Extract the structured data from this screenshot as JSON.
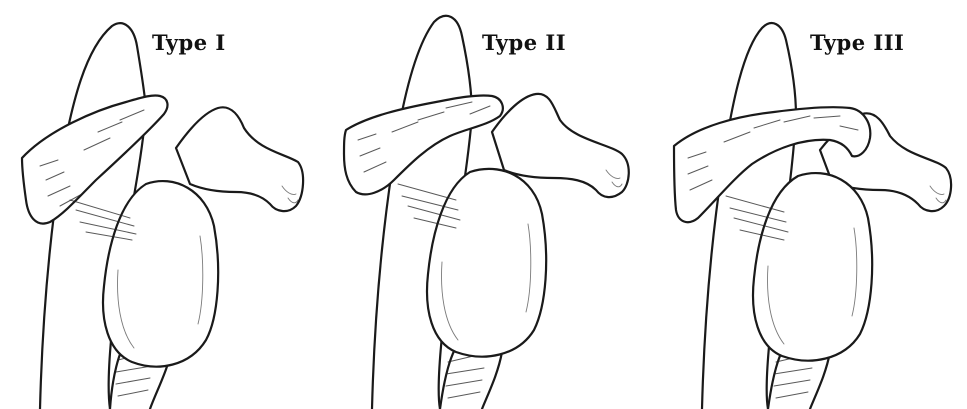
{
  "figure": {
    "panels": [
      {
        "label": "Type I",
        "acromion_shape": "flat"
      },
      {
        "label": "Type II",
        "acromion_shape": "curved"
      },
      {
        "label": "Type III",
        "acromion_shape": "hooked"
      }
    ],
    "colors": {
      "line": "#1a1a1a",
      "background": "#ffffff"
    }
  }
}
